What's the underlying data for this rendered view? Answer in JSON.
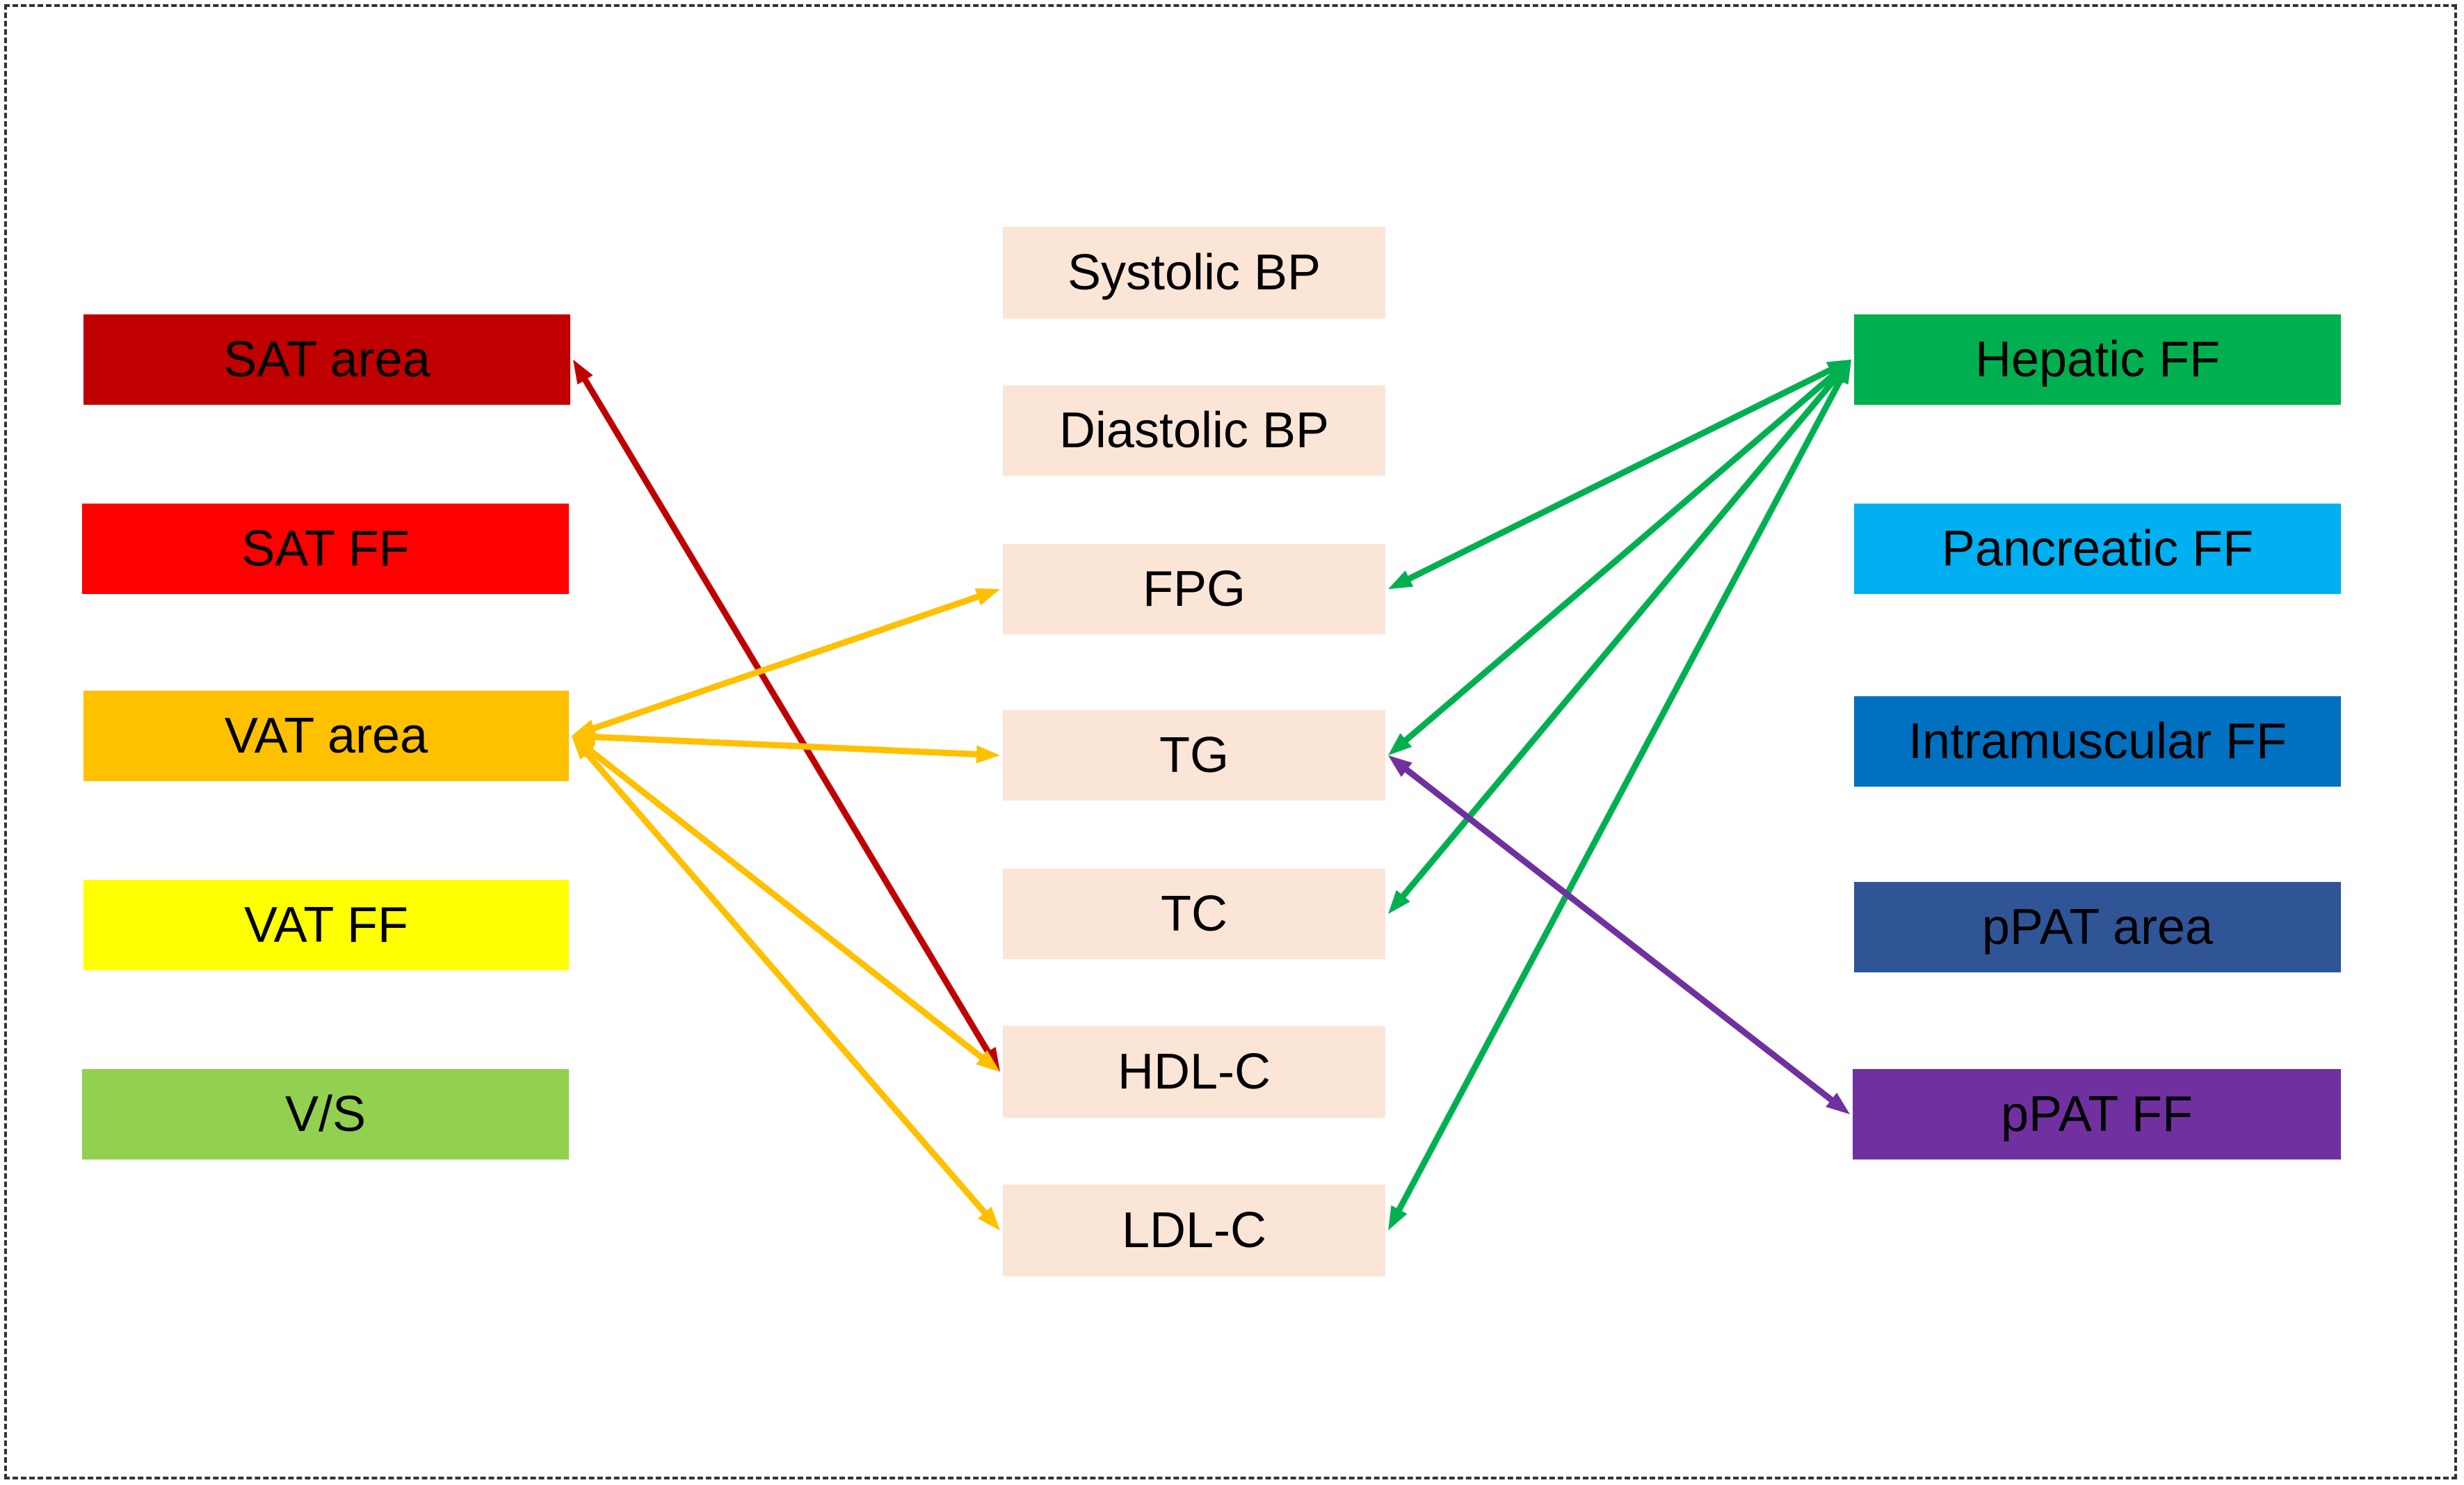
{
  "left_nodes": [
    {
      "id": "sat-area",
      "label": "SAT area",
      "color": "#C00000"
    },
    {
      "id": "sat-ff",
      "label": "SAT FF",
      "color": "#FF0000"
    },
    {
      "id": "vat-area",
      "label": "VAT area",
      "color": "#FFC000"
    },
    {
      "id": "vat-ff",
      "label": "VAT FF",
      "color": "#FFFF00"
    },
    {
      "id": "v-s",
      "label": "V/S",
      "color": "#92D050"
    }
  ],
  "middle_nodes": [
    {
      "id": "systolic-bp",
      "label": "Systolic BP",
      "color": "#FBE5D6"
    },
    {
      "id": "diastolic-bp",
      "label": "Diastolic BP",
      "color": "#FBE5D6"
    },
    {
      "id": "fpg",
      "label": "FPG",
      "color": "#FBE5D6"
    },
    {
      "id": "tg",
      "label": "TG",
      "color": "#FBE5D6"
    },
    {
      "id": "tc",
      "label": "TC",
      "color": "#FBE5D6"
    },
    {
      "id": "hdl-c",
      "label": "HDL-C",
      "color": "#FBE5D6"
    },
    {
      "id": "ldl-c",
      "label": "LDL-C",
      "color": "#FBE5D6"
    }
  ],
  "right_nodes": [
    {
      "id": "hepatic-ff",
      "label": "Hepatic FF",
      "color": "#00B050"
    },
    {
      "id": "pancreatic-ff",
      "label": "Pancreatic FF",
      "color": "#00B0F0"
    },
    {
      "id": "intramuscular-ff",
      "label": "Intramuscular FF",
      "color": "#0070C0"
    },
    {
      "id": "ppat-area",
      "label": "pPAT area",
      "color": "#2F5597"
    },
    {
      "id": "ppat-ff",
      "label": "pPAT FF",
      "color": "#7030A0"
    }
  ],
  "edges": [
    {
      "from": "sat-area",
      "to": "hdl-c",
      "color": "#C00000"
    },
    {
      "from": "vat-area",
      "to": "fpg",
      "color": "#FFC000"
    },
    {
      "from": "vat-area",
      "to": "tg",
      "color": "#FFC000"
    },
    {
      "from": "vat-area",
      "to": "hdl-c",
      "color": "#FFC000"
    },
    {
      "from": "vat-area",
      "to": "ldl-c",
      "color": "#FFC000"
    },
    {
      "from": "hepatic-ff",
      "to": "fpg",
      "color": "#00B050"
    },
    {
      "from": "hepatic-ff",
      "to": "tg",
      "color": "#00B050"
    },
    {
      "from": "hepatic-ff",
      "to": "tc",
      "color": "#00B050"
    },
    {
      "from": "hepatic-ff",
      "to": "ldl-c",
      "color": "#00B050"
    },
    {
      "from": "tg",
      "to": "ppat-ff",
      "color": "#7030A0"
    }
  ]
}
